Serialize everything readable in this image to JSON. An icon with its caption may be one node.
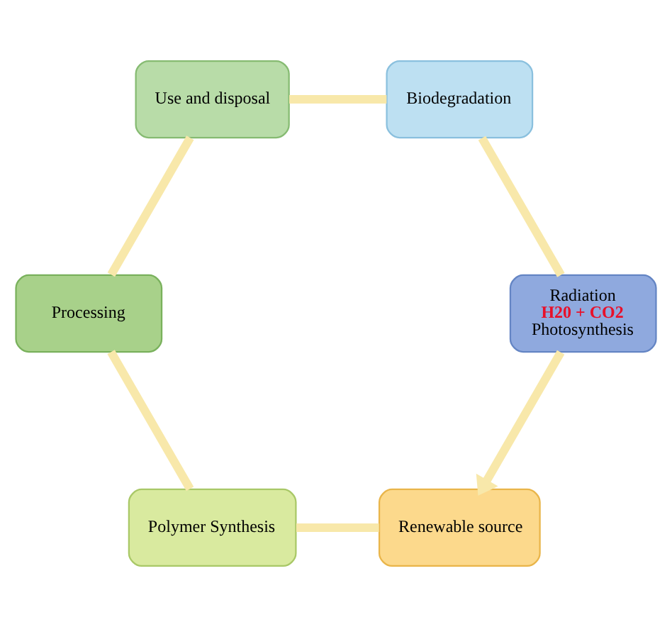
{
  "diagram": {
    "nodes": [
      {
        "text": [
          "Renewable source"
        ]
      },
      {
        "text": [
          "Polymer Synthesis"
        ]
      },
      {
        "text": [
          "Processing"
        ]
      },
      {
        "text": [
          "Use and disposal"
        ]
      },
      {
        "text": [
          "Biodegradation"
        ]
      },
      {
        "text": [
          "Radiation",
          "H20 + CO2",
          "Photosynthesis"
        ]
      }
    ],
    "edges": [
      {
        "from": 0,
        "to": 1,
        "arrow": "none"
      },
      {
        "from": 1,
        "to": 2,
        "arrow": "none"
      },
      {
        "from": 2,
        "to": 3,
        "arrow": "none"
      },
      {
        "from": 3,
        "to": 4,
        "arrow": "none"
      },
      {
        "from": 4,
        "to": 5,
        "arrow": "none"
      },
      {
        "from": 5,
        "to": 0,
        "arrow": "to"
      }
    ]
  }
}
